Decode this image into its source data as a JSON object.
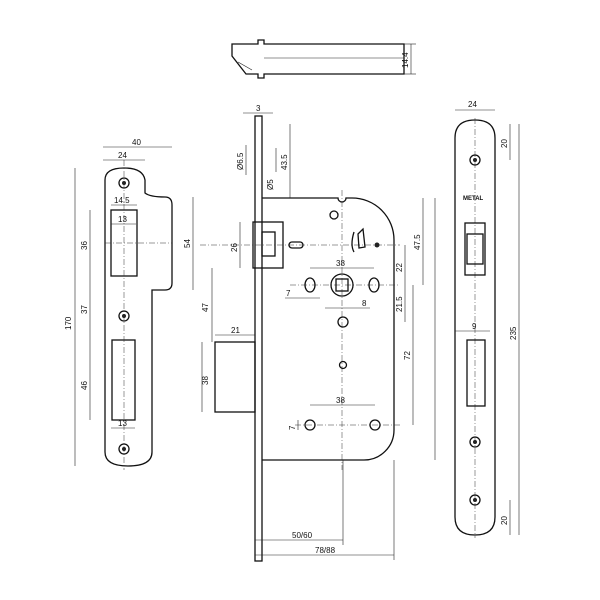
{
  "title": "Mortise lock technical drawing",
  "bolt_profile": {
    "height_label": "14.4"
  },
  "strike_plate": {
    "labels": {
      "width_total": "40",
      "width_plate": "24",
      "opening_width": "14.5",
      "latch_width": "13",
      "latch_height": "36",
      "lip_height": "54",
      "spacing": "37",
      "total_height": "170",
      "bolt_height": "46",
      "bolt_width": "13"
    }
  },
  "lock_body": {
    "labels": {
      "faceplate_thickness": "3",
      "hole_d1": "Ø6.5",
      "top_offset": "43.5",
      "hole_d2": "Ø5",
      "latch_height": "26",
      "bolt_offset": "47",
      "bolt_projection": "21",
      "bolt_height": "38",
      "upper_offset": "47.5",
      "key_offset": "22",
      "spindle_spacing": "38",
      "hole_dia": "7",
      "spindle_size": "8",
      "lower_offset": "21.5",
      "case_height": "72",
      "lower_spacing": "38",
      "lower_hole_dia": "7",
      "backset": "50/60",
      "depth": "78/88"
    }
  },
  "faceplate": {
    "brand": "METAL",
    "labels": {
      "width": "24",
      "top_screw": "20",
      "slot_width": "9",
      "length": "235",
      "bottom_screw": "20"
    }
  }
}
